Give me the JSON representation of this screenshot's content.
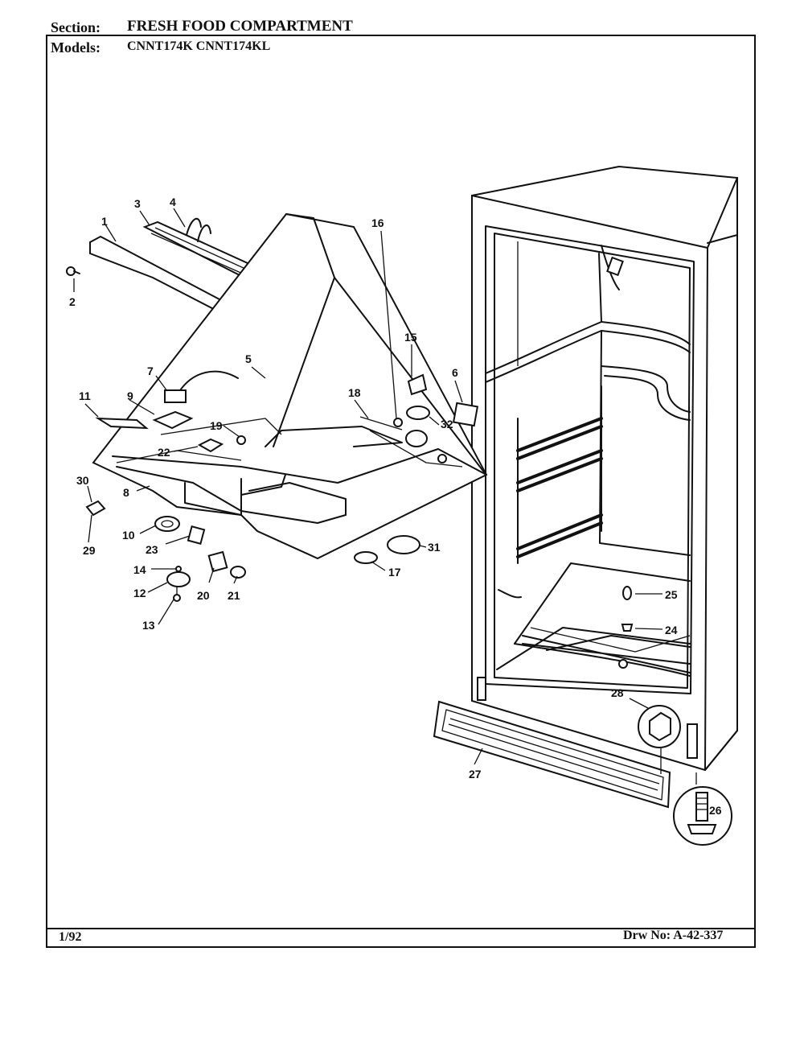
{
  "header": {
    "section_label": "Section:",
    "section_value": "FRESH FOOD COMPARTMENT",
    "models_label": "Models:",
    "models_value": "CNNT174K  CNNT174KL"
  },
  "footer": {
    "date": "1/92",
    "drawing_number": "Drw No: A-42-337"
  },
  "callouts": [
    "1",
    "2",
    "3",
    "4",
    "5",
    "6",
    "7",
    "8",
    "9",
    "10",
    "11",
    "12",
    "13",
    "14",
    "15",
    "16",
    "17",
    "18",
    "19",
    "20",
    "21",
    "22",
    "23",
    "24",
    "25",
    "26",
    "27",
    "28",
    "29",
    "30",
    "31",
    "32"
  ]
}
